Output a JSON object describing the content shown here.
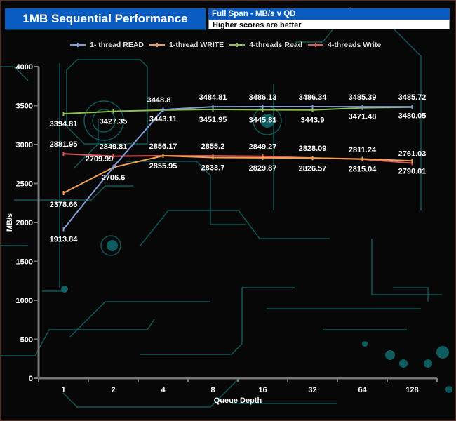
{
  "header": {
    "title": "1MB Sequential Performance",
    "subtitle": "Full Span - MB/s v QD",
    "note": "Higher scores are better"
  },
  "colors": {
    "1t_read": "#7f9ad6",
    "1t_write": "#f0a050",
    "4t_read": "#8cc04a",
    "4t_write": "#d85a5a",
    "title_bg": "#0a5bc0",
    "circuit": "#0e6b6e"
  },
  "chart_data": {
    "type": "line",
    "title": "1MB Sequential Performance",
    "subtitle": "Full Span - MB/s v QD",
    "xlabel": "Queue Depth",
    "ylabel": "MB/s",
    "categories": [
      "1",
      "2",
      "4",
      "8",
      "16",
      "32",
      "64",
      "128"
    ],
    "ylim": [
      0,
      4000
    ],
    "yticks": [
      0,
      500,
      1000,
      1500,
      2000,
      2500,
      3000,
      3500,
      4000
    ],
    "grid": false,
    "legend_position": "top",
    "series": [
      {
        "key": "1t_read",
        "name": "1- thread READ",
        "values": [
          1913.84,
          2709.99,
          3448.8,
          3484.81,
          3486.13,
          3486.34,
          3485.39,
          3485.72
        ]
      },
      {
        "key": "1t_write",
        "name": "1-thread WRITE",
        "values": [
          2378.66,
          2706.6,
          2855.95,
          2833.7,
          2829.87,
          2826.57,
          2815.04,
          2790.01
        ]
      },
      {
        "key": "4t_read",
        "name": "4-threads Read",
        "values": [
          3394.81,
          3427.35,
          3443.11,
          3451.95,
          3445.81,
          3443.9,
          3471.48,
          3480.05
        ]
      },
      {
        "key": "4t_write",
        "name": "4-threads Write",
        "values": [
          2881.95,
          2849.81,
          2856.17,
          2855.2,
          2849.27,
          2828.09,
          2811.24,
          2761.03
        ]
      }
    ]
  }
}
